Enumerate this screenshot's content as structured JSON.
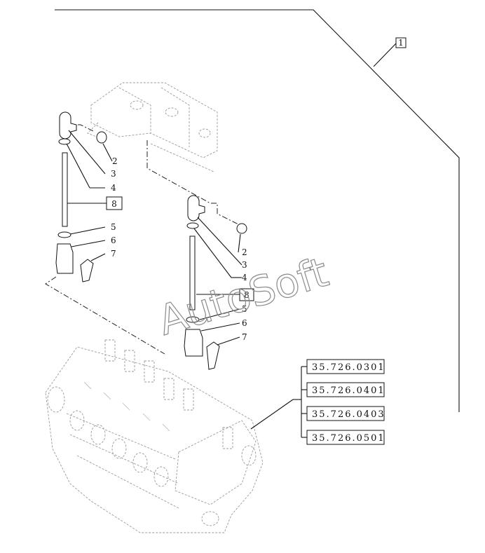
{
  "diagram": {
    "assembly_label": "1",
    "watermark": "AutoSoft",
    "left_group": {
      "callouts": [
        "2",
        "3",
        "4",
        "8",
        "5",
        "6",
        "7"
      ]
    },
    "right_group": {
      "callouts": [
        "2",
        "3",
        "4",
        "8",
        "5",
        "6",
        "7"
      ]
    },
    "references": [
      "35.726.0301",
      "35.726.0401",
      "35.726.0403",
      "35.726.0501"
    ]
  }
}
